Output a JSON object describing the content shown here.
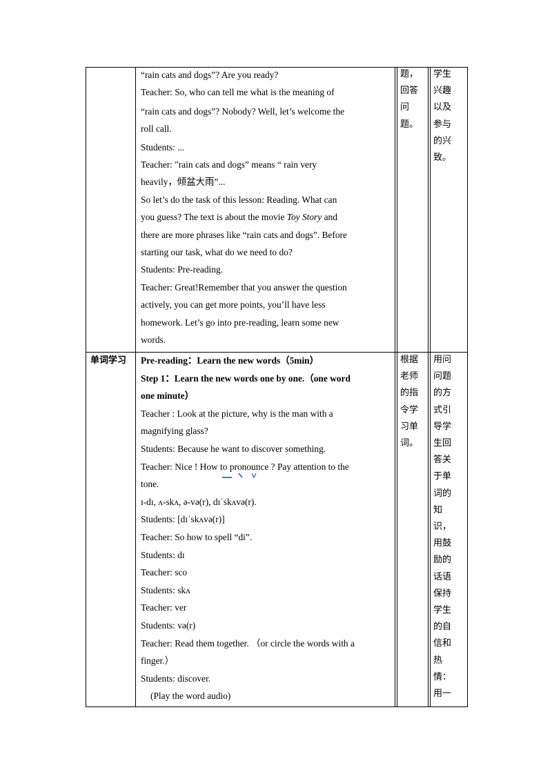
{
  "section1": {
    "lines": [
      "“rain cats and dogs”? Are you ready?",
      "Teacher: So, who can tell me what is the meaning of",
      "“rain cats and dogs”? Nobody? Well, let’s welcome the",
      "roll call.",
      "Students: ...",
      "Teacher: \"rain cats and dogs” means “ rain very",
      "heavily，倾盆大雨”...",
      "So let’s do the task of this lesson: Reading. What can",
      "you guess? The text is about the movie ",
      "there are more phrases like “rain cats and dogs”. Before",
      "starting our task, what do we need to do?",
      "Students: Pre-reading.",
      "Teacher: Great!Remember that you answer the question",
      "actively, you can get more points, you’ll have less",
      "homework. Let’s go into pre-reading, learn some new",
      "words."
    ],
    "movie_title": "Toy Story",
    "after_title": " and",
    "col3": [
      "题，",
      "回答",
      "问",
      "题。"
    ],
    "col4": [
      "学生",
      "兴趣",
      "以及",
      "参与",
      "的兴",
      "致。"
    ]
  },
  "section2": {
    "label": "单词学习",
    "heading": "Pre-reading：Learn the new words（5min）",
    "step1a": "Step 1：Learn the new words one by one.（one word",
    "step1b": "one minute）",
    "lines": [
      "Teacher : Look at the picture, why is the man with a",
      "magnifying glass?",
      "Students: Because he want to discover something.",
      "Teacher: Nice ! How to pronounce ? Pay attention to the",
      "tone.",
      "ɪ-dɪ, ʌ-skʌ, ə-və(r), dɪˈskʌvə(r).",
      "Students: [dɪˈskʌvə(r)]",
      "Teacher: So how to spell “di”.",
      "Students: dɪ",
      "Teacher: sco",
      "Students: skʌ",
      "Teacher: ver",
      "Students: və(r)",
      "Teacher: Read them together. （or circle the words with a",
      "finger.）",
      "Students: discover.",
      "(Play the word audio)"
    ],
    "col3": [
      "根据",
      "老师",
      "的指",
      "令学",
      "习单",
      "词。"
    ],
    "col4": [
      "用问",
      "问题",
      "的方",
      "式引",
      "导学",
      "生回",
      "答关",
      "于单",
      "词的",
      "知",
      "识，",
      "用鼓",
      "励的",
      "话语",
      "保持",
      "学生",
      "的自",
      "信和",
      "热",
      "情：",
      "用一"
    ]
  },
  "colors": {
    "tone_marks": "#3a7bd5"
  }
}
